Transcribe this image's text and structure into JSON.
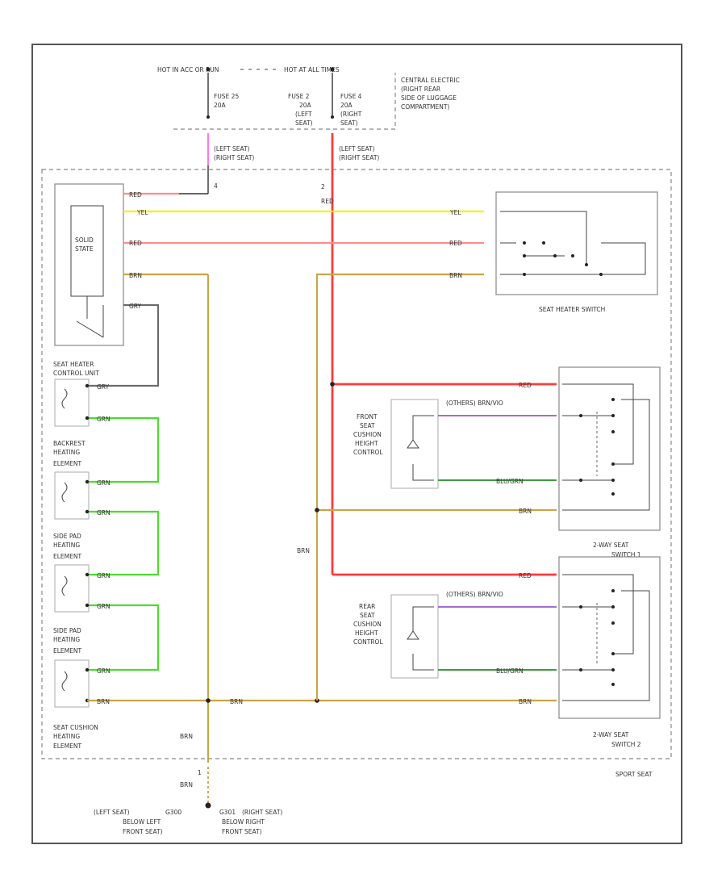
{
  "top": {
    "hot_run": "HOT IN ACC OR RUN",
    "hot_all": "HOT AT ALL TIMES",
    "fuse_25": "FUSE 25",
    "fuse_25_amps": "20A",
    "fuse_2": "FUSE 2",
    "fuse_2_amps": "20A",
    "fuse_2_side": [
      "(LEFT",
      "SEAT)"
    ],
    "fuse_4": "FUSE 4",
    "fuse_4_amps": "20A",
    "fuse_4_side": [
      "(RIGHT",
      "SEAT)"
    ],
    "central_electric": [
      "CENTRAL ELECTRIC",
      "(RIGHT REAR",
      "SIDE OF LUGGAGE",
      "COMPARTMENT)"
    ],
    "conn_a_left": "(LEFT SEAT)",
    "conn_a_right": "(RIGHT SEAT)",
    "conn_b_left": "(LEFT SEAT)",
    "conn_b_right": "(RIGHT SEAT)",
    "pin_2": "2",
    "pin_4": "4"
  },
  "wires": {
    "red": "RED",
    "yel": "YEL",
    "brn": "BRN",
    "gry": "GRY",
    "grn": "GRN",
    "red_w": "RED",
    "brn_w": "BRN",
    "grn_w": "GRN",
    "other_front": "(OTHERS) BRN/VIO",
    "other_rear": "(OTHERS) BRN/VIO",
    "blu_grn_front": "BLU/GRN",
    "blu_grn_rear": "BLU/GRN"
  },
  "components": {
    "solid_state": [
      "SOLID",
      "STATE"
    ],
    "control_unit": [
      "SEAT HEATER",
      "CONTROL UNIT"
    ],
    "backrest": [
      "BACKREST",
      "HEATING",
      "ELEMENT"
    ],
    "side_pad_1": [
      "SIDE PAD",
      "HEATING",
      "ELEMENT"
    ],
    "side_pad_2": [
      "SIDE PAD",
      "HEATING",
      "ELEMENT"
    ],
    "cushion": [
      "SEAT CUSHION",
      "HEATING",
      "ELEMENT"
    ],
    "seat_heater_switch": "SEAT HEATER SWITCH",
    "front_cushion": [
      "FRONT",
      "SEAT",
      "CUSHION",
      "HEIGHT",
      "CONTROL"
    ],
    "rear_cushion": [
      "REAR",
      "SEAT",
      "CUSHION",
      "HEIGHT",
      "CONTROL"
    ],
    "switch_1": [
      "2-WAY SEAT",
      "SWITCH 1"
    ],
    "switch_2": [
      "2-WAY SEAT",
      "SWITCH 2"
    ],
    "sport_seat": "SPORT SEAT"
  },
  "ground": {
    "brn_top": "BRN",
    "pin_1": "1",
    "brn_bottom": "BRN",
    "left": [
      "(LEFT SEAT)",
      "BELOW LEFT",
      "FRONT SEAT)"
    ],
    "g_left": "G300",
    "right": [
      "G301",
      "(RIGHT SEAT)",
      "BELOW RIGHT",
      "FRONT SEAT)"
    ]
  },
  "colors": {
    "red": "#ff3b3b",
    "yellow": "#f5f000",
    "brown": "#c8a646",
    "green": "#4cdc2f",
    "gray": "#6b6b6b",
    "violet": "#a46bd6",
    "pink": "#ff7be0"
  }
}
